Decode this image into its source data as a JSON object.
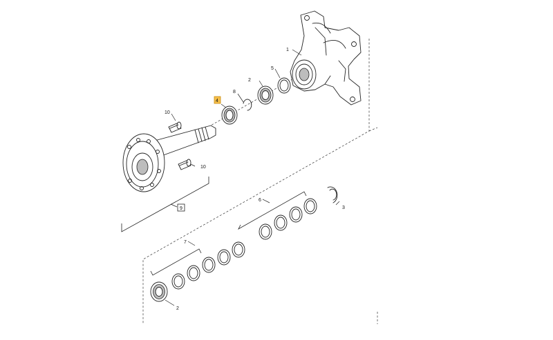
{
  "callouts": {
    "c1": "1",
    "c2_top": "2",
    "c2_bottom": "2",
    "c3": "3",
    "c4": "4",
    "c5": "5",
    "c6": "6",
    "c7": "7",
    "c8": "8",
    "c9": "9",
    "c10_top": "10",
    "c10_bottom": "10"
  },
  "colors": {
    "highlight_fill": "#f6c04b",
    "highlight_stroke": "#c88a10",
    "line": "#222222",
    "shade": "#bdbdbd"
  }
}
